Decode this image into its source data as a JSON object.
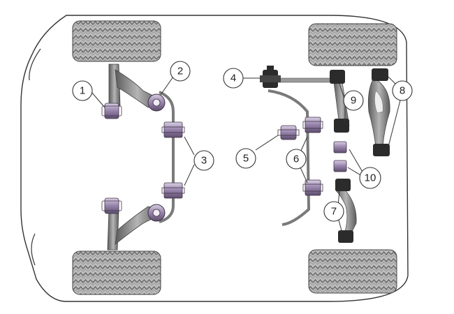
{
  "callouts": [
    {
      "id": "1",
      "label": "1"
    },
    {
      "id": "2",
      "label": "2"
    },
    {
      "id": "3",
      "label": "3"
    },
    {
      "id": "4",
      "label": "4"
    },
    {
      "id": "5",
      "label": "5"
    },
    {
      "id": "6",
      "label": "6"
    },
    {
      "id": "7",
      "label": "7"
    },
    {
      "id": "8",
      "label": "8"
    },
    {
      "id": "9",
      "label": "9"
    },
    {
      "id": "10",
      "label": "10"
    }
  ],
  "colors": {
    "bush": "#8f7ba3",
    "bush_dark": "#5b4a6a",
    "bush_light": "#c9bdd6",
    "rubber": "#2b2b2b",
    "arm": "#7a7a7a",
    "body_line": "#333333"
  }
}
